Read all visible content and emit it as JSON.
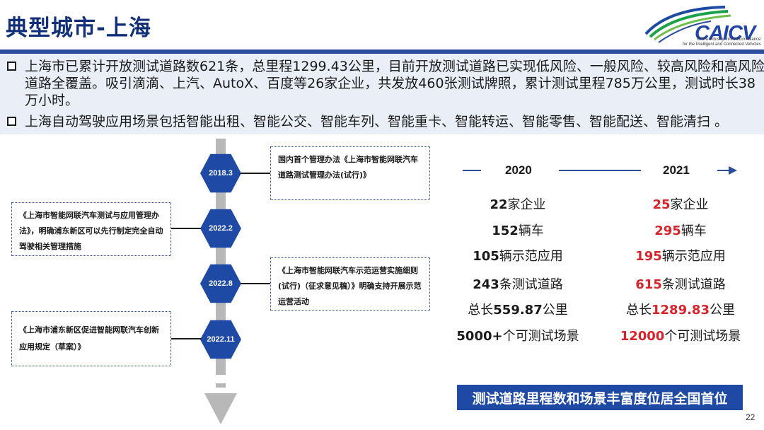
{
  "header": {
    "title": "典型城市-上海",
    "logo_text": "CAICV",
    "logo_sub_1": "China Industry Innovation Alliance",
    "logo_sub_2": "for the Intelligent and Connected Vehicles"
  },
  "bullets": [
    "上海市已累计开放测试道路数621条，总里程1299.43公里，目前开放测试道路已实现低风险、一般风险、较高风险和高风险道路全覆盖。吸引滴滴、上汽、AutoX、百度等26家企业，共发放460张测试牌照，累计测试里程785万公里，测试时长38万小时。",
    "上海自动驾驶应用场景包括智能出租、智能公交、智能车列、智能重卡、智能转运、智能零售、智能配送、智能清扫 。"
  ],
  "timeline": [
    {
      "date": "2018.3",
      "text": "国内首个管理办法《上海市智能网联汽车道路测试管理办法(试行)》"
    },
    {
      "date": "2022.2",
      "text": "《上海市智能网联汽车测试与应用管理办法》，明确浦东新区可以先行制定完全自动驾驶相关管理措施"
    },
    {
      "date": "2022.8",
      "text": "《上海市智能网联汽车示范运营实施细则(试行)（征求意见稿）》明确支持开展示范运营活动"
    },
    {
      "date": "2022.11",
      "text": "《上海市浦东新区促进智能网联汽车创新应用规定（草案）》"
    }
  ],
  "comparison": {
    "year_1": "2020",
    "year_2": "2021",
    "rows": [
      {
        "v1": "22",
        "v2": "25",
        "unit": "家企业",
        "prefix": ""
      },
      {
        "v1": "152",
        "v2": "295",
        "unit": "辆车",
        "prefix": ""
      },
      {
        "v1": "105",
        "v2": "195",
        "unit": "辆示范应用",
        "prefix": ""
      },
      {
        "v1": "243",
        "v2": "615",
        "unit": "条测试道路",
        "prefix": ""
      },
      {
        "v1": "559.87",
        "v2": "1289.83",
        "unit": "公里",
        "prefix": "总长"
      },
      {
        "v1": "5000+",
        "v2": "12000",
        "unit": "个可测试场景",
        "prefix": ""
      }
    ]
  },
  "summary": "测试道路里程数和场景丰富度位居全国首位",
  "page_number": "22",
  "colors": {
    "brand_blue": "#1e4aa6",
    "highlight_red": "#d9232a",
    "banner_bg": "#eaeef7"
  }
}
